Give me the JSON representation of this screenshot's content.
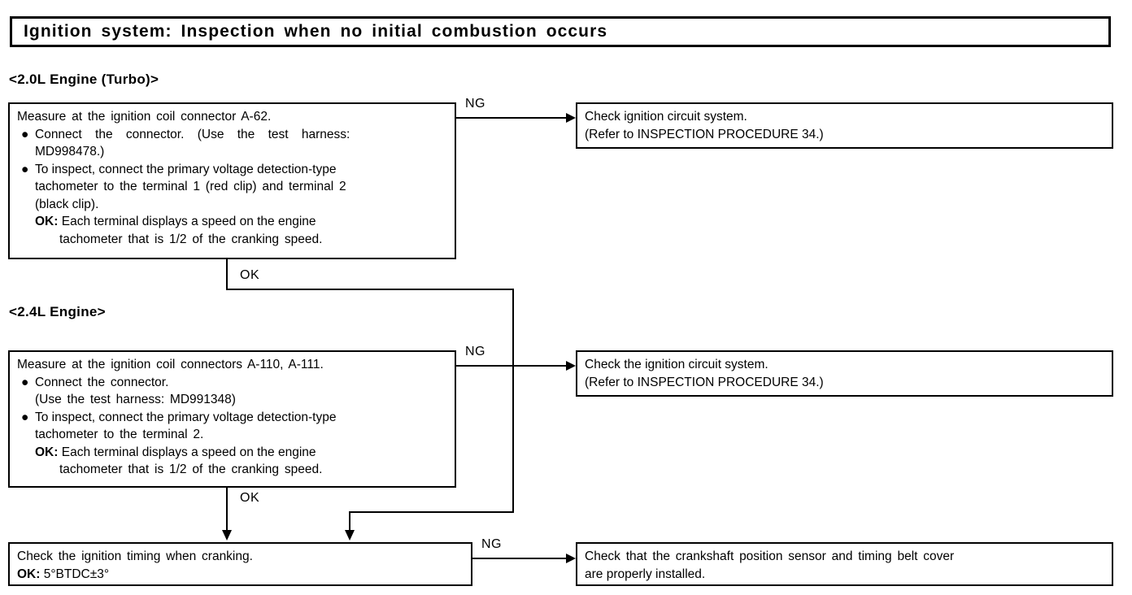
{
  "title": {
    "text": "Ignition system: Inspection when no initial combustion occurs"
  },
  "sections": [
    {
      "heading": "<2.0L Engine (Turbo)>"
    },
    {
      "heading": "<2.4L Engine>"
    }
  ],
  "boxes": {
    "box_20_measure": {
      "line1": "Measure at the ignition coil connector A-62.",
      "bullet1": "●",
      "bullet1_line1": "Connect the connector. (Use the test harness:",
      "bullet1_line2": "MD998478.)",
      "bullet2": "●",
      "bullet2_line1": "To inspect, connect the primary voltage detection-type",
      "bullet2_line2": "tachometer to the terminal 1 (red clip) and terminal 2",
      "bullet2_line3": "(black clip).",
      "ok_label": "OK:",
      "ok_line1": "Each terminal displays a speed on the engine",
      "ok_line2": "tachometer that is 1/2 of the cranking speed."
    },
    "box_20_ng": {
      "line1": "Check ignition circuit system.",
      "line2": "(Refer to INSPECTION PROCEDURE 34.)"
    },
    "box_24_measure": {
      "line1": "Measure at the ignition coil connectors A-110, A-111.",
      "bullet1": "●",
      "bullet1_line1": "Connect the connector.",
      "bullet1_line2": "(Use the test harness: MD991348)",
      "bullet2": "●",
      "bullet2_line1": "To inspect, connect the primary voltage detection-type",
      "bullet2_line2": "tachometer to the terminal 2.",
      "ok_label": "OK:",
      "ok_line1": "Each terminal displays a speed on the engine",
      "ok_line2": "tachometer that is 1/2 of the cranking speed."
    },
    "box_24_ng": {
      "line1": "Check the ignition circuit system.",
      "line2": "(Refer to INSPECTION PROCEDURE 34.)"
    },
    "box_timing": {
      "line1": "Check the ignition timing when cranking.",
      "ok_label": "OK:",
      "ok_value": "5°BTDC±3°"
    },
    "box_timing_ng": {
      "line1": "Check that the crankshaft position sensor and timing belt cover",
      "line2": "are properly installed."
    }
  },
  "connectors": {
    "ng_20": "NG",
    "ok_20": "OK",
    "ng_24": "NG",
    "ok_24": "OK",
    "ng_timing": "NG"
  },
  "colors": {
    "ink": "#000000",
    "paper": "#ffffff"
  }
}
